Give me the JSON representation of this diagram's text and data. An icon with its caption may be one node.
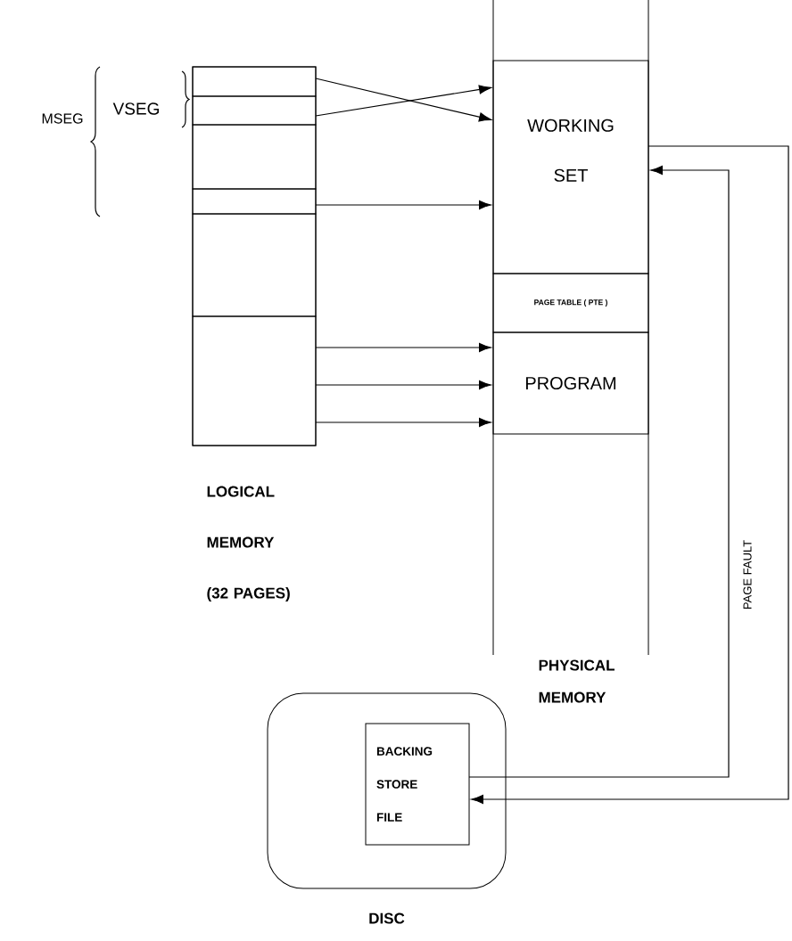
{
  "diagram": {
    "nodes": [
      {
        "text": [
          "LOGICAL MEMORY (32 PAGES)"
        ]
      },
      {
        "text": [],
        "shape": "box",
        "in": 0
      },
      {
        "text": [],
        "shape": "box",
        "in": 0
      },
      {
        "text": [],
        "shape": "box",
        "in": 0
      },
      {
        "text": [],
        "shape": "box",
        "in": 0
      },
      {
        "text": [],
        "shape": "box",
        "in": 0
      },
      {
        "text": [],
        "shape": "box",
        "in": 0
      },
      {
        "text": [
          "PHYSICAL MEMORY"
        ]
      },
      {
        "text": [
          "WORKING SET"
        ],
        "in": 7
      },
      {
        "text": [
          "PAGE TABLE ( PTE )"
        ],
        "in": 7
      },
      {
        "text": [
          "PROGRAM"
        ],
        "in": 7
      },
      {
        "text": [
          "DISC"
        ]
      },
      {
        "text": [
          "BACKING STORE FILE"
        ],
        "in": 11
      }
    ],
    "edges": [
      {
        "from": 1,
        "to": 8,
        "arrow": "to"
      },
      {
        "from": 2,
        "to": 8,
        "arrow": "to"
      },
      {
        "from": 4,
        "to": 8,
        "arrow": "to"
      },
      {
        "from": 6,
        "to": 10,
        "arrow": "to"
      },
      {
        "from": 6,
        "to": 10,
        "arrow": "to"
      },
      {
        "from": 6,
        "to": 10,
        "arrow": "to"
      },
      {
        "from": 8,
        "to": 12,
        "arrow": "to"
      },
      {
        "from": 12,
        "to": 8,
        "arrow": "to",
        "label": "PAGE FAULT"
      }
    ],
    "labels": [
      "VSEG",
      "MSEG"
    ]
  }
}
